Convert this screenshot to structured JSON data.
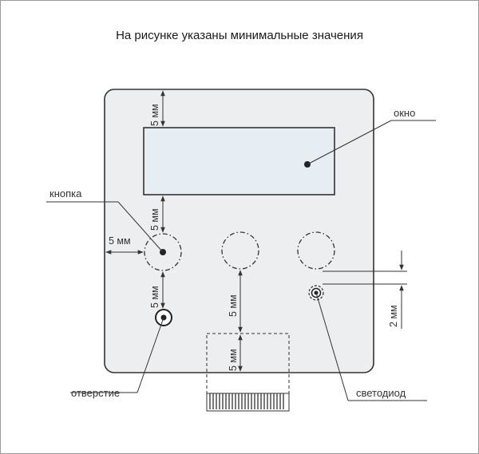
{
  "title": "На рисунке указаны минимальные значения",
  "labels": {
    "window": "окно",
    "button": "кнопка",
    "hole": "отверстие",
    "led": "светодиод"
  },
  "dimensions": {
    "top_gap": "5 мм",
    "window_button_gap": "5 мм",
    "left_gap": "5 мм",
    "button_hole_gap": "5 мм",
    "button_connector_gap": "5 мм",
    "connector_top_gap": "5 мм",
    "led_offset": "2 мм"
  },
  "colors": {
    "panel_fill": "#eceeef",
    "window_fill": "#e6eef3",
    "line": "#333333"
  }
}
